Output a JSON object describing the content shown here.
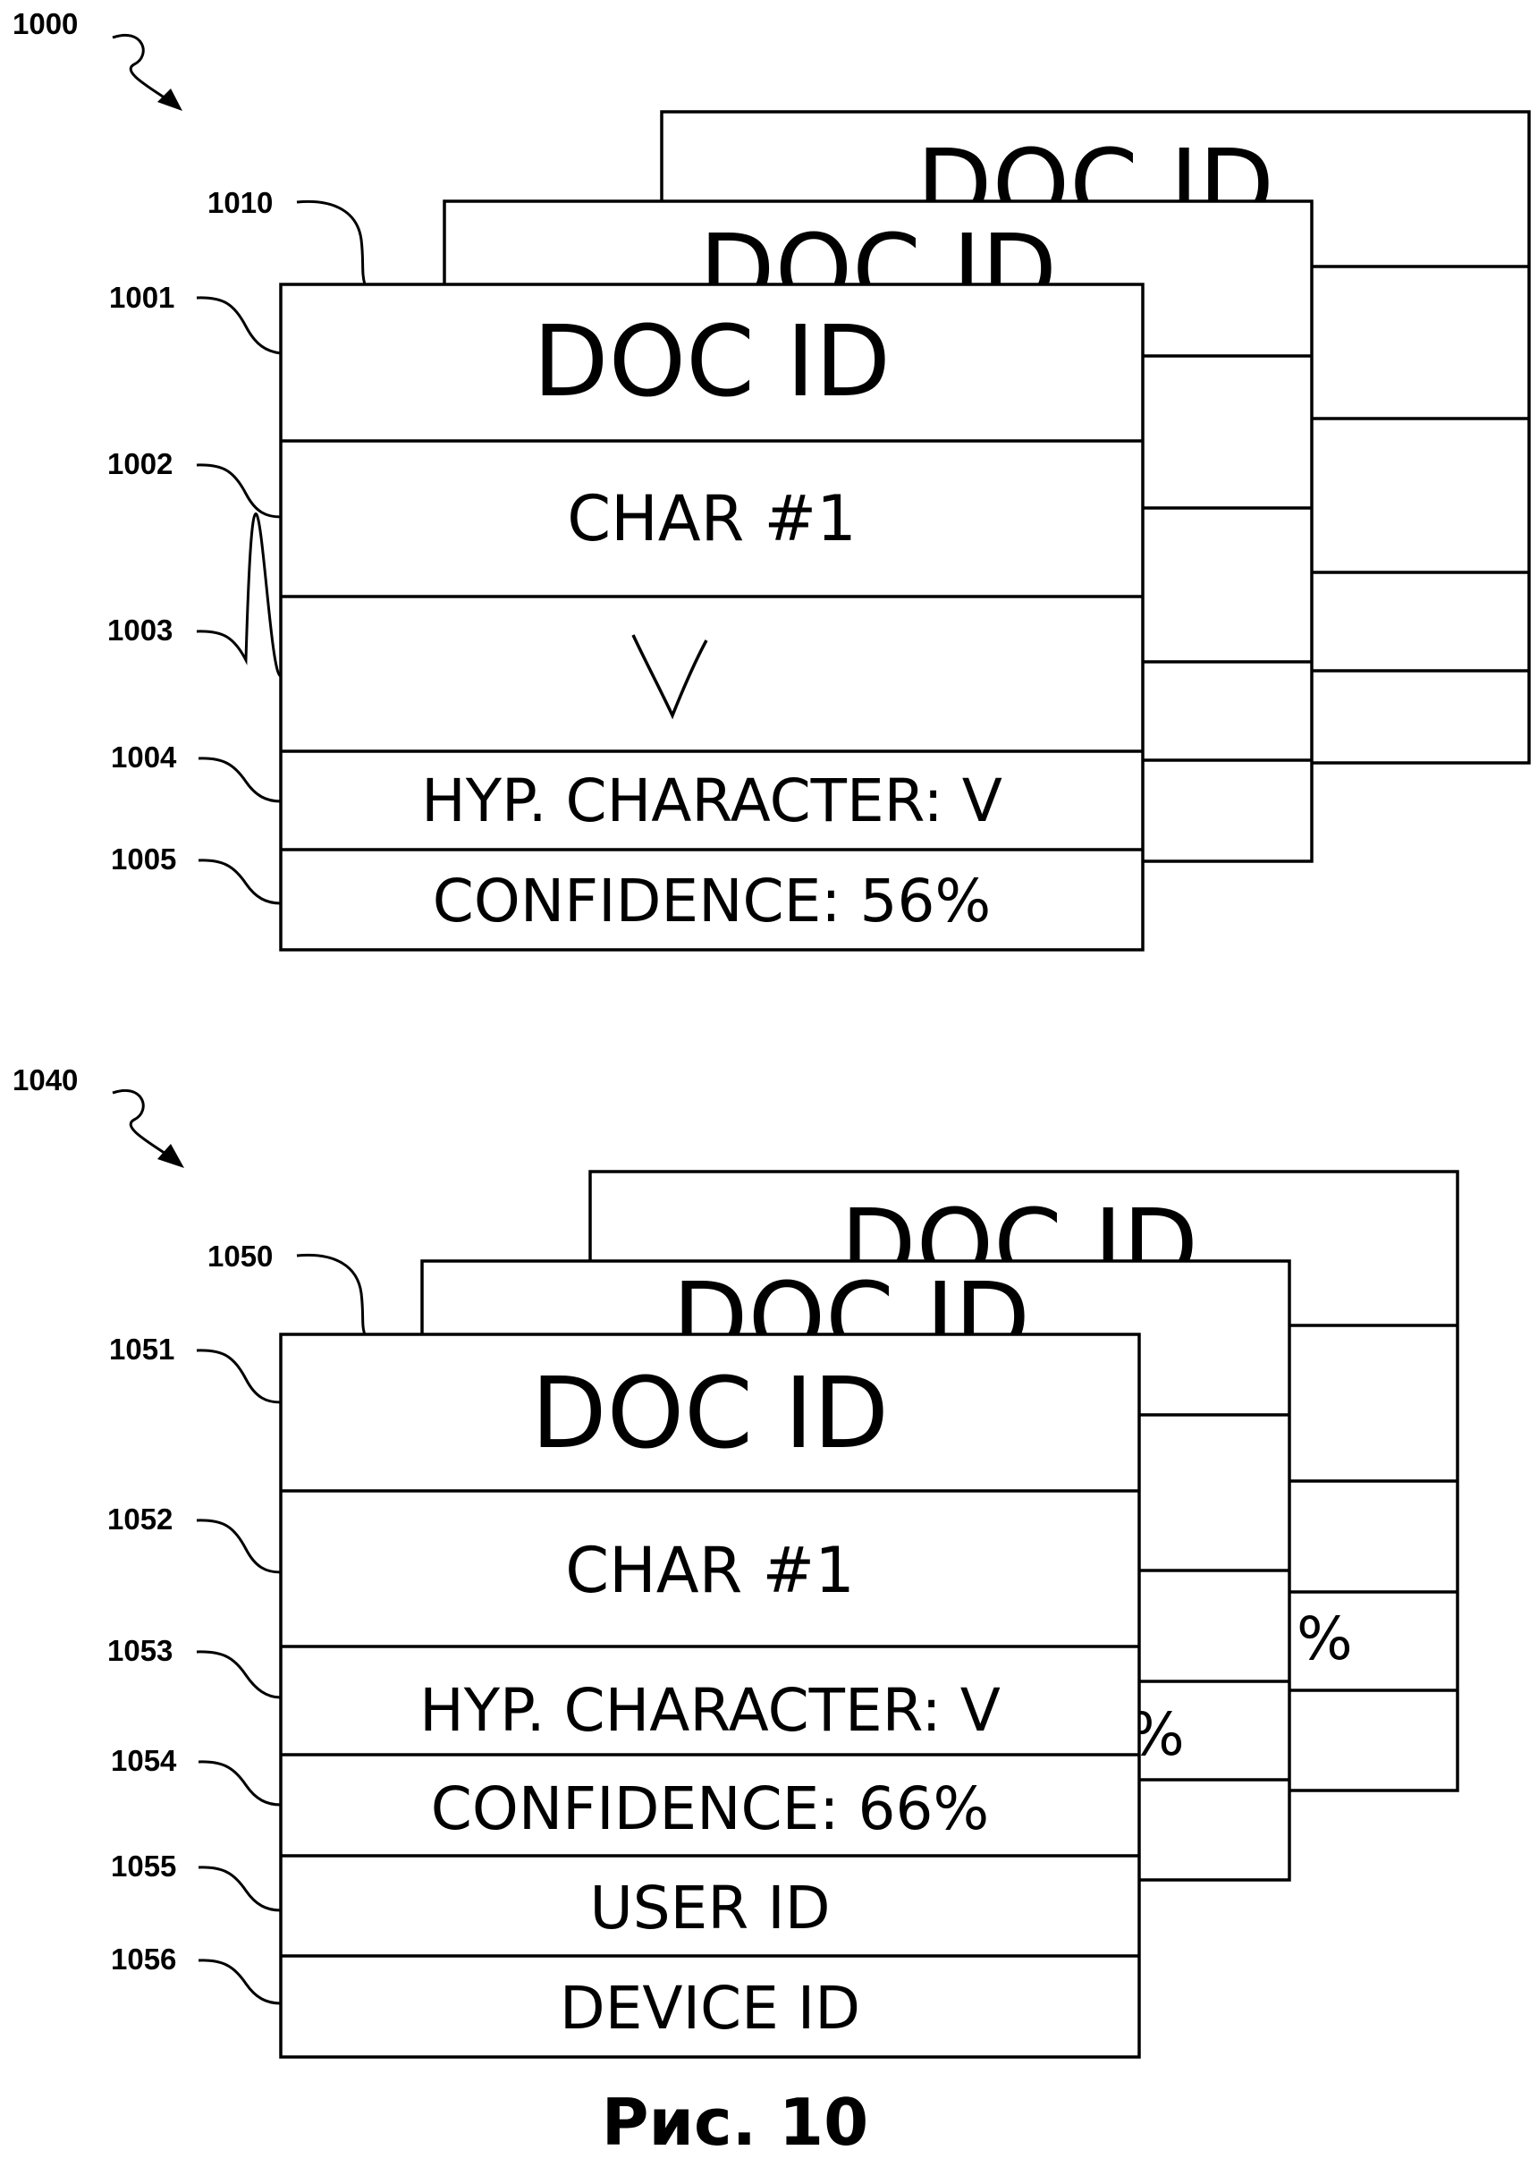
{
  "figure_caption": "Рис. 10",
  "diagram_top": {
    "ref_group": "1000",
    "ref_stack": "1010",
    "refs": [
      "1001",
      "1002",
      "1003",
      "1004",
      "1005"
    ],
    "back_card_title": "DOC ID",
    "middle_card_title": "DOC ID",
    "front_card": {
      "title": "DOC ID",
      "char": "CHAR #1",
      "glyph": "V",
      "hyp": "HYP. CHARACTER: V",
      "confidence": "CONFIDENCE: 56%"
    }
  },
  "diagram_bottom": {
    "ref_group": "1040",
    "ref_stack": "1050",
    "refs": [
      "1051",
      "1052",
      "1053",
      "1054",
      "1055",
      "1056"
    ],
    "back_card_title": "DOC ID",
    "back_card_peek": "%",
    "middle_card_title": "DOC ID",
    "middle_card_peek": "%",
    "front_card": {
      "title": "DOC ID",
      "char": "CHAR #1",
      "hyp": "HYP. CHARACTER: V",
      "confidence": "CONFIDENCE: 66%",
      "user": "USER ID",
      "device": "DEVICE ID"
    }
  }
}
